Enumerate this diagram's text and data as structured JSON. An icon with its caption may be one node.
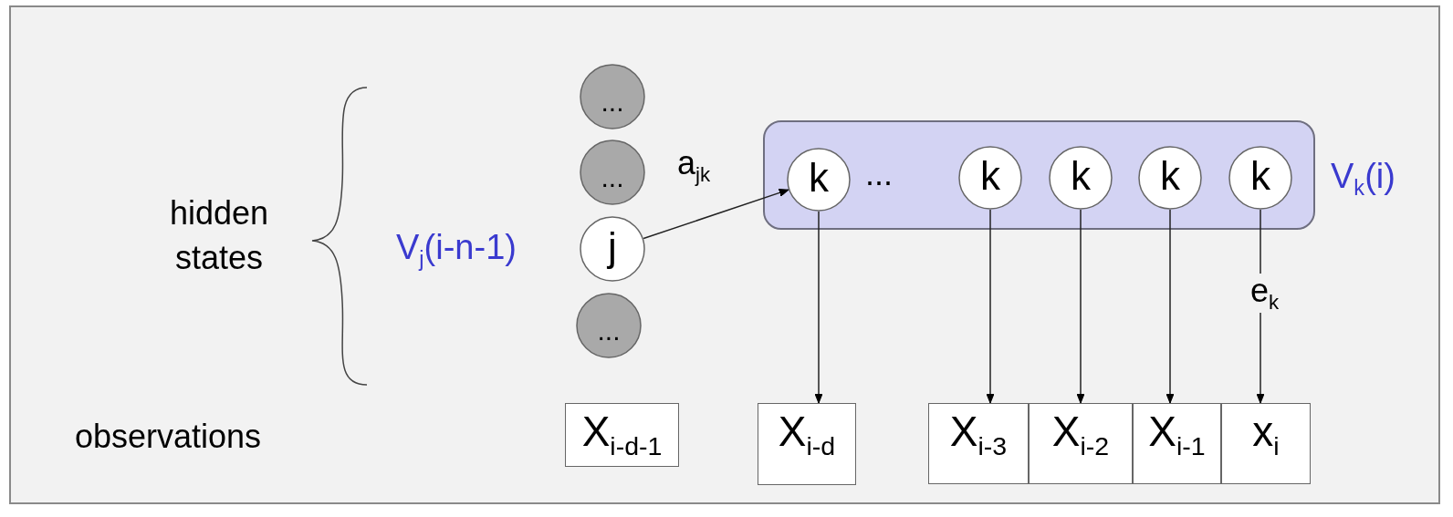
{
  "diagram": {
    "nodes": [
      {
        "text": [
          "..."
        ]
      },
      {
        "text": [
          "..."
        ]
      },
      {
        "text": [],
        "shape": "box",
        "beside": [
          "V$_{k}$(i)"
        ]
      },
      {
        "text": [
          "k"
        ],
        "in": 2
      },
      {
        "text": [
          "k"
        ],
        "in": 2
      },
      {
        "text": [
          "k"
        ],
        "in": 2
      },
      {
        "text": [
          "k"
        ],
        "in": 2
      },
      {
        "text": [
          "k"
        ],
        "in": 2
      },
      {
        "text": [
          "j"
        ],
        "beside": [
          "V$_{j}$(i-n-1)"
        ]
      },
      {
        "text": [
          "..."
        ]
      },
      {
        "text": [
          "X$_{i-d-1}$"
        ]
      },
      {
        "text": [
          "X$_{i-d}$"
        ]
      },
      {
        "text": [
          "X$_{i-3}$"
        ]
      },
      {
        "text": [
          "X$_{i-2}$"
        ]
      },
      {
        "text": [
          "X$_{i-1}$"
        ]
      },
      {
        "text": [
          "x$_{i}$"
        ]
      }
    ],
    "edges": [
      {
        "from": 8,
        "to": 3,
        "arrow": "to",
        "label": "a$_{jk}$"
      },
      {
        "from": 3,
        "to": 11,
        "arrow": "to"
      },
      {
        "from": 4,
        "to": 12,
        "arrow": "to"
      },
      {
        "from": 5,
        "to": 13,
        "arrow": "to"
      },
      {
        "from": 6,
        "to": 14,
        "arrow": "to"
      },
      {
        "from": 7,
        "to": 15,
        "arrow": "to",
        "label": "e$_{k}$"
      }
    ],
    "labels": [
      "hidden states",
      "...",
      "observations"
    ]
  }
}
